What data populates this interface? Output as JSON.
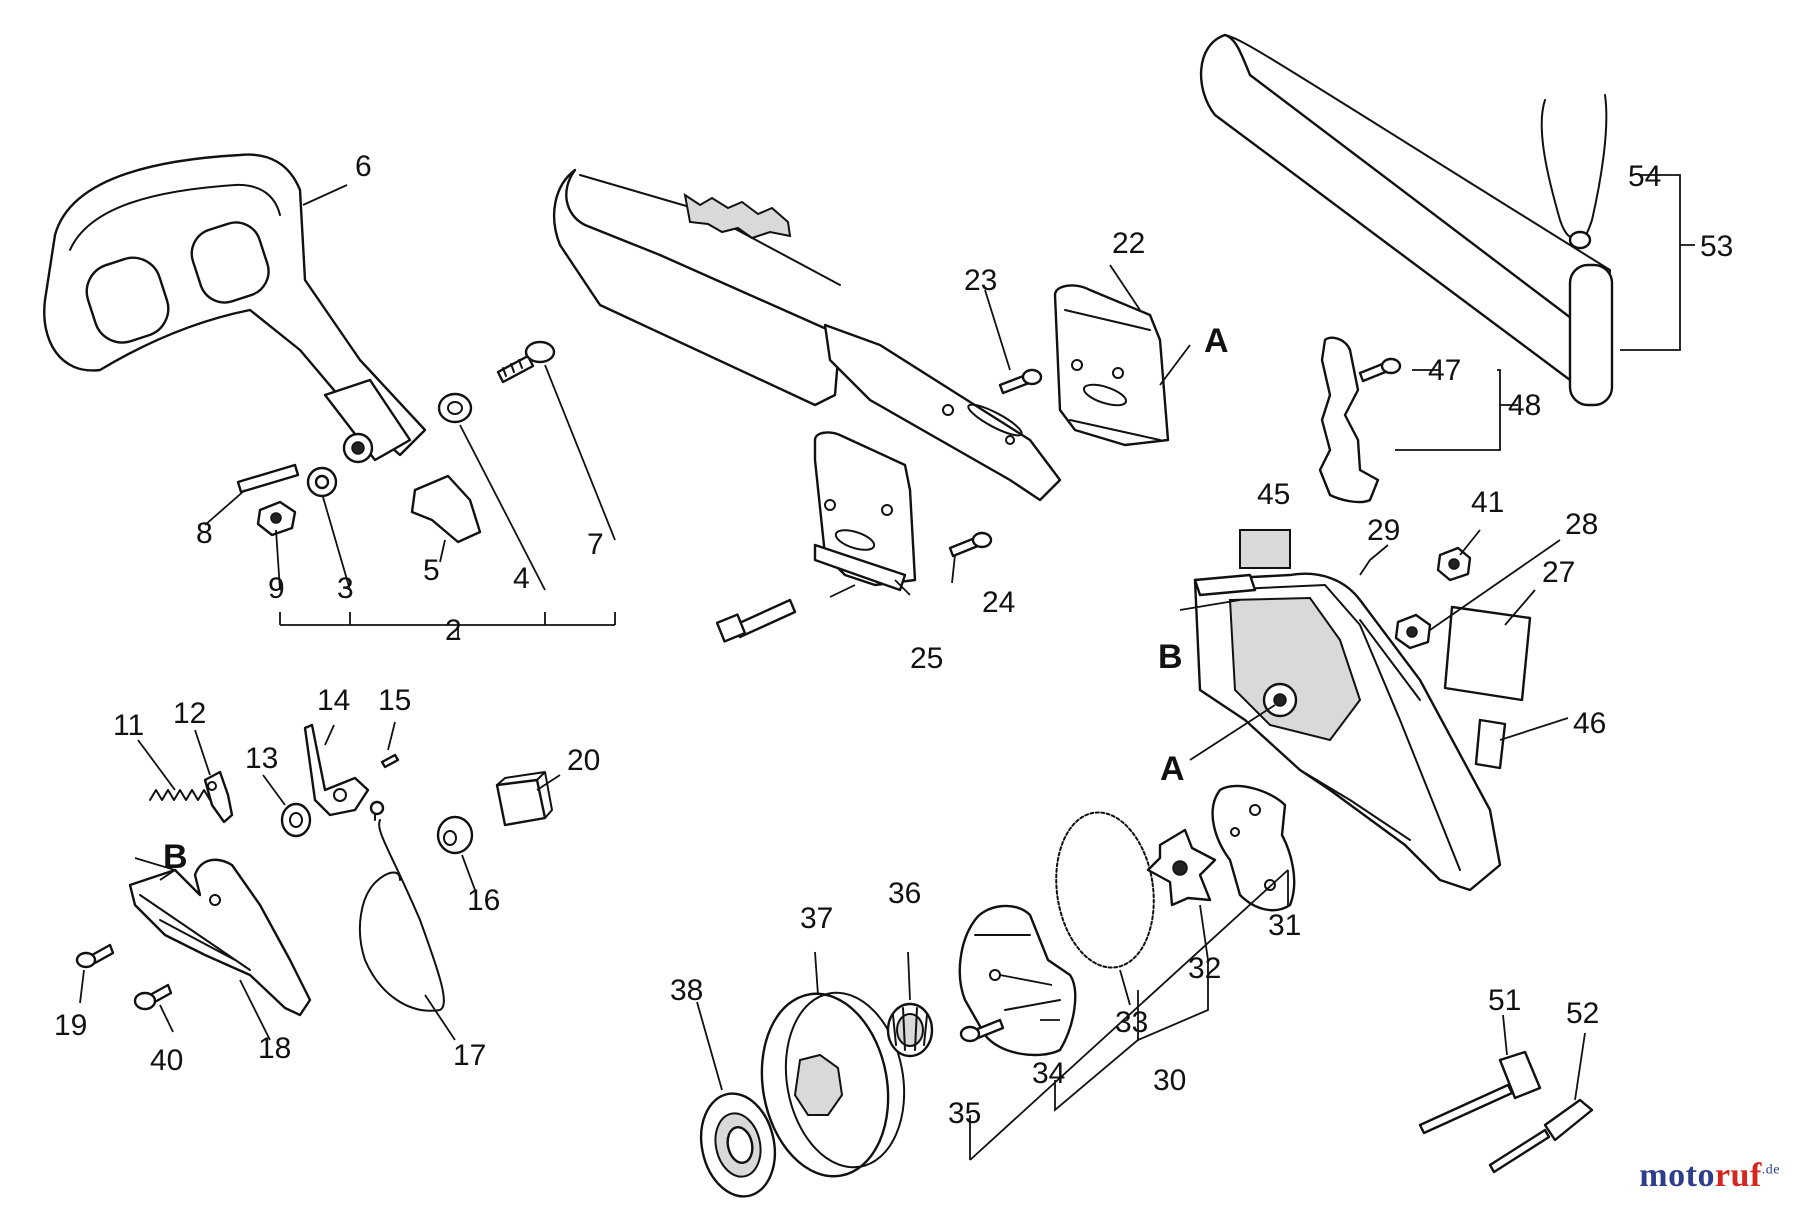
{
  "diagram": {
    "part_numbers": [
      "2",
      "3",
      "4",
      "5",
      "6",
      "7",
      "8",
      "9",
      "11",
      "12",
      "13",
      "14",
      "15",
      "16",
      "17",
      "18",
      "19",
      "20",
      "22",
      "23",
      "24",
      "25",
      "27",
      "28",
      "29",
      "30",
      "31",
      "32",
      "33",
      "34",
      "35",
      "36",
      "37",
      "38",
      "40",
      "41",
      "45",
      "46",
      "47",
      "48",
      "51",
      "52",
      "53",
      "54"
    ],
    "reference_letters": [
      "A",
      "A",
      "B",
      "B"
    ]
  },
  "watermark": {
    "part1": "moto",
    "part2": "ruf",
    "suffix": ".de"
  }
}
